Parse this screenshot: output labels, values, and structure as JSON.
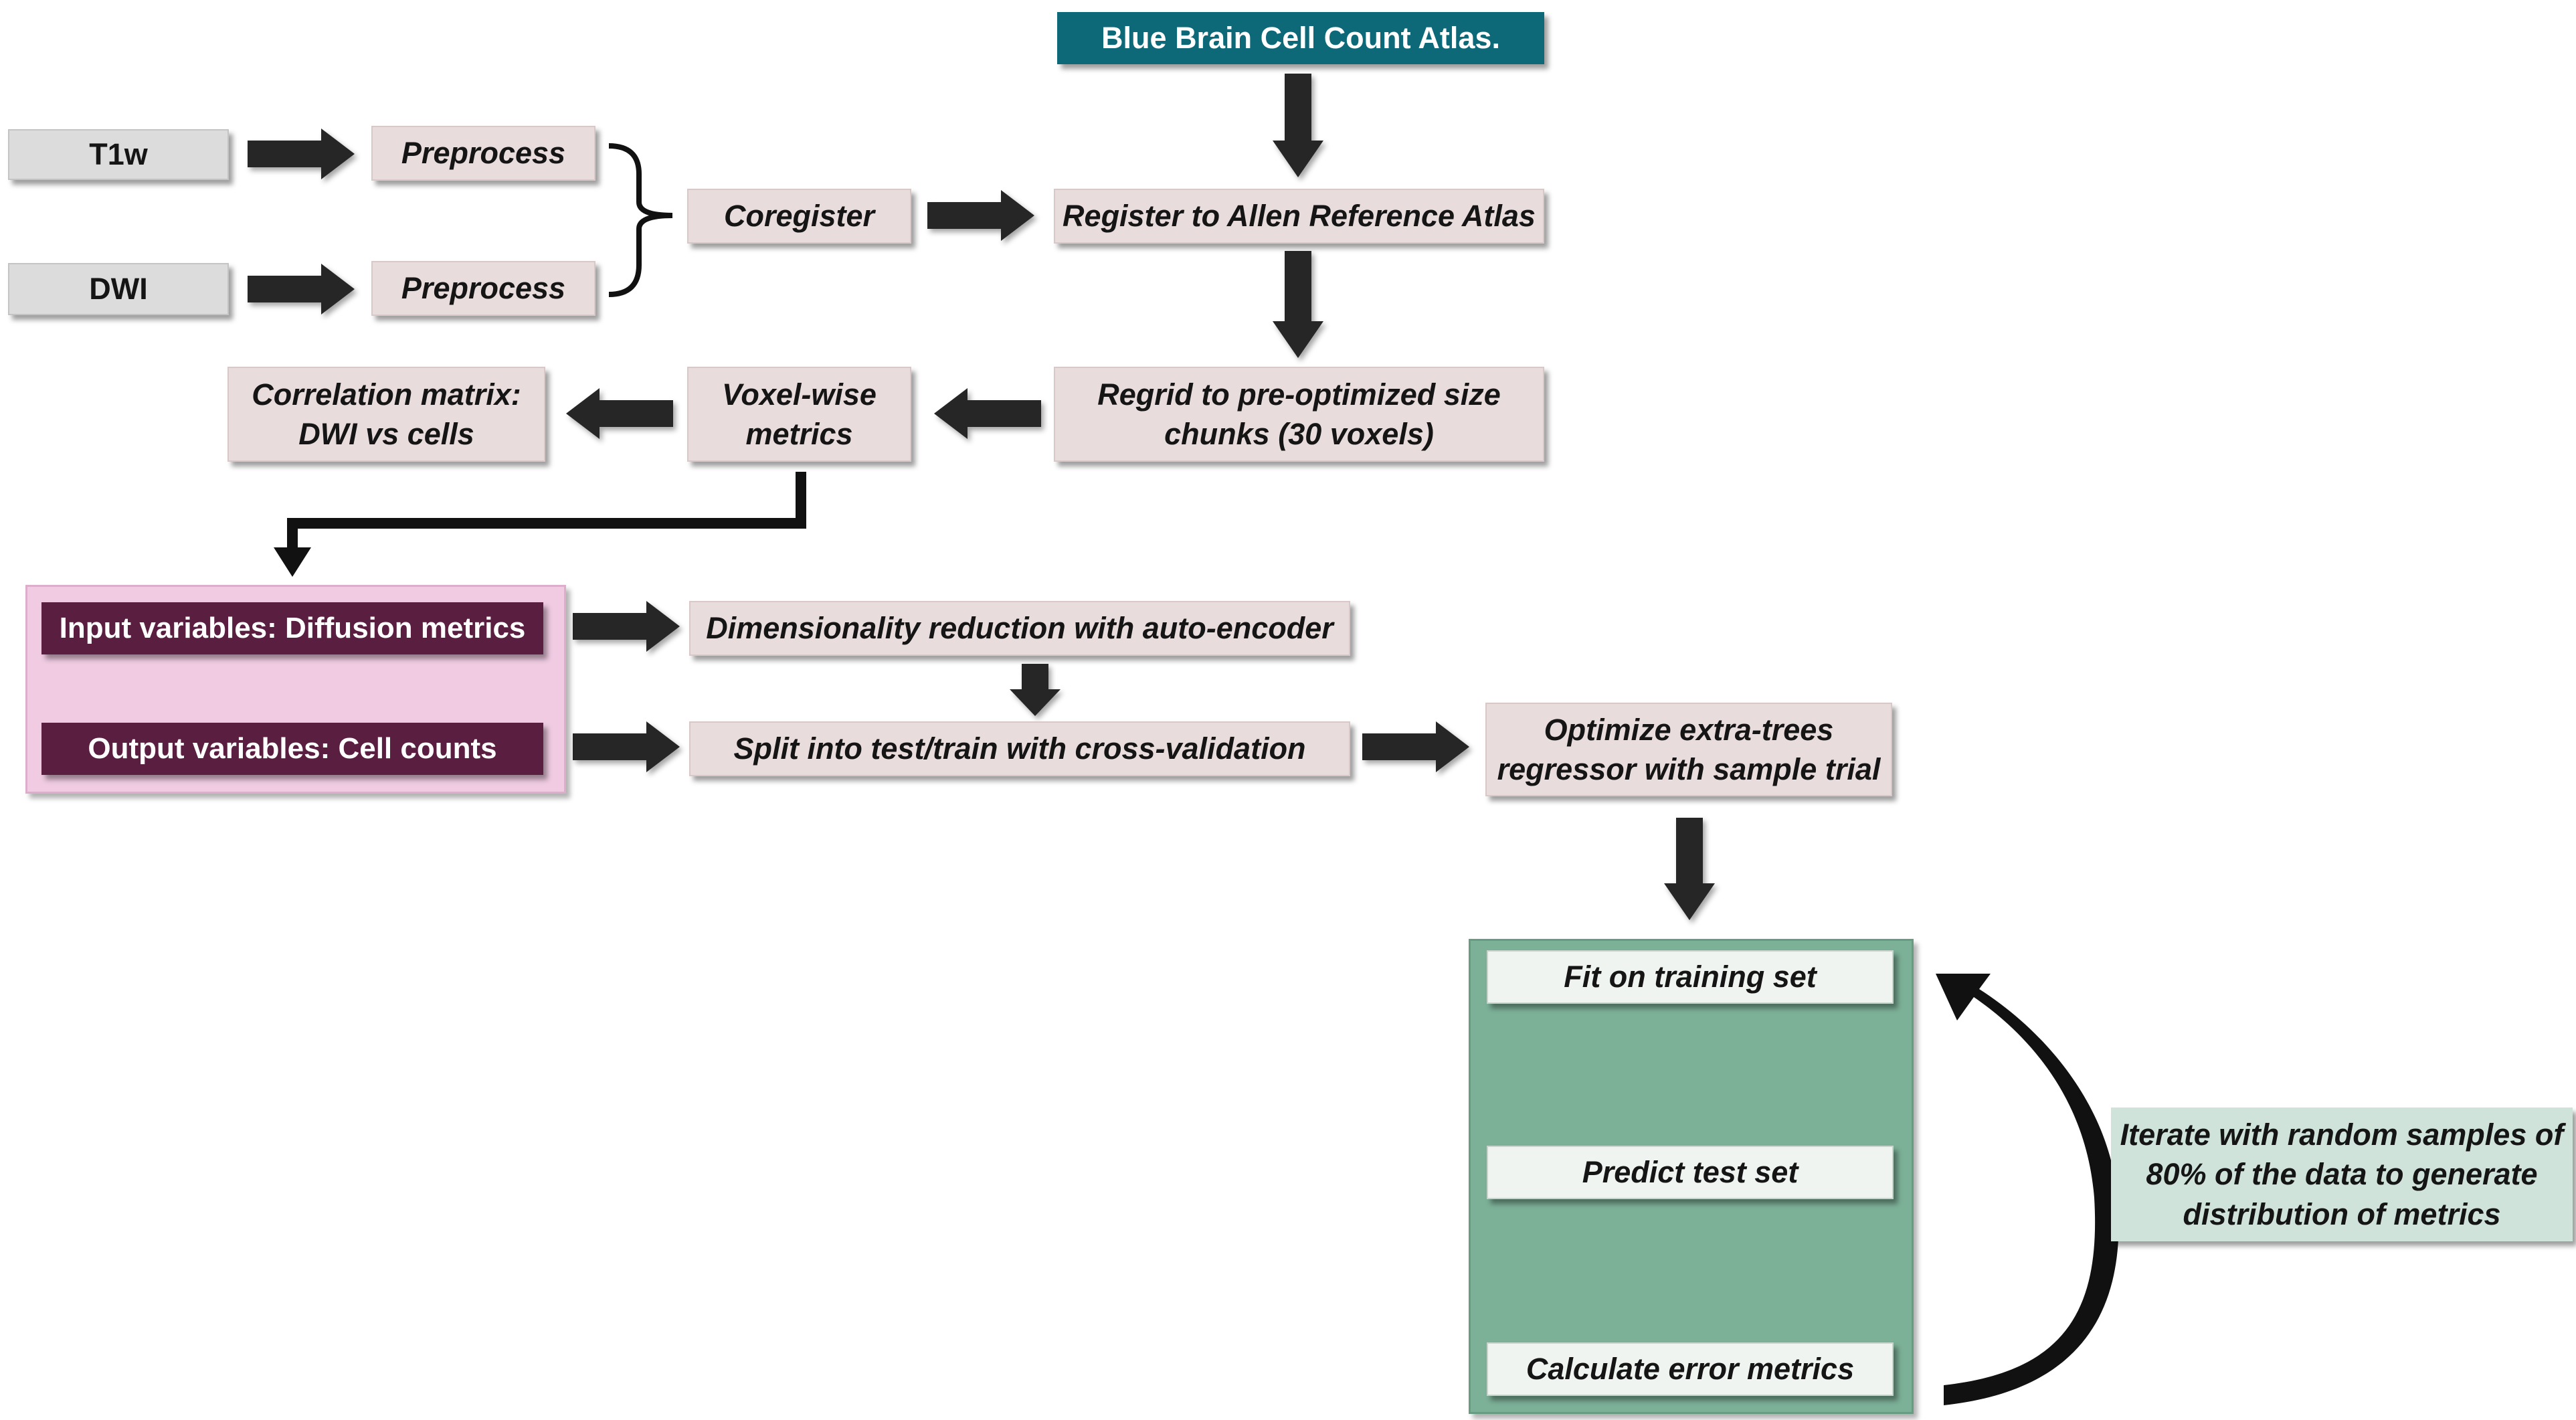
{
  "nodes": {
    "atlas": "Blue Brain Cell Count Atlas.",
    "t1w": "T1w",
    "dwi": "DWI",
    "preprocess_1": "Preprocess",
    "preprocess_2": "Preprocess",
    "coregister": "Coregister",
    "register": "Register to Allen Reference Atlas",
    "regrid_line1": "Regrid to pre-optimized size",
    "regrid_line2": "chunks (30 voxels)",
    "voxelwise_line1": "Voxel-wise",
    "voxelwise_line2": "metrics",
    "correlation_line1": "Correlation matrix:",
    "correlation_line2": "DWI vs cells",
    "input_vars": "Input variables: Diffusion metrics",
    "output_vars": "Output variables: Cell counts",
    "dim_reduction": "Dimensionality reduction with auto-encoder",
    "split": "Split into test/train with cross-validation",
    "optimize_line1": "Optimize extra-trees",
    "optimize_line2": "regressor with sample trial",
    "fit": "Fit on training set",
    "predict": "Predict test set",
    "calc_error": "Calculate error metrics",
    "iterate_line1": "Iterate with random samples of",
    "iterate_line2": "80% of the data to generate",
    "iterate_line3": "distribution of metrics"
  },
  "colors": {
    "process_box": "#e9dcdc",
    "source_box": "#dcdcdc",
    "atlas_box": "#0d6878",
    "variable_box": "#5a1e40",
    "pink_panel": "#f0cbe2",
    "green_panel": "#7cb097",
    "step_box": "#eff4f0",
    "note_box": "#cfe3da",
    "arrow": "#262626"
  }
}
